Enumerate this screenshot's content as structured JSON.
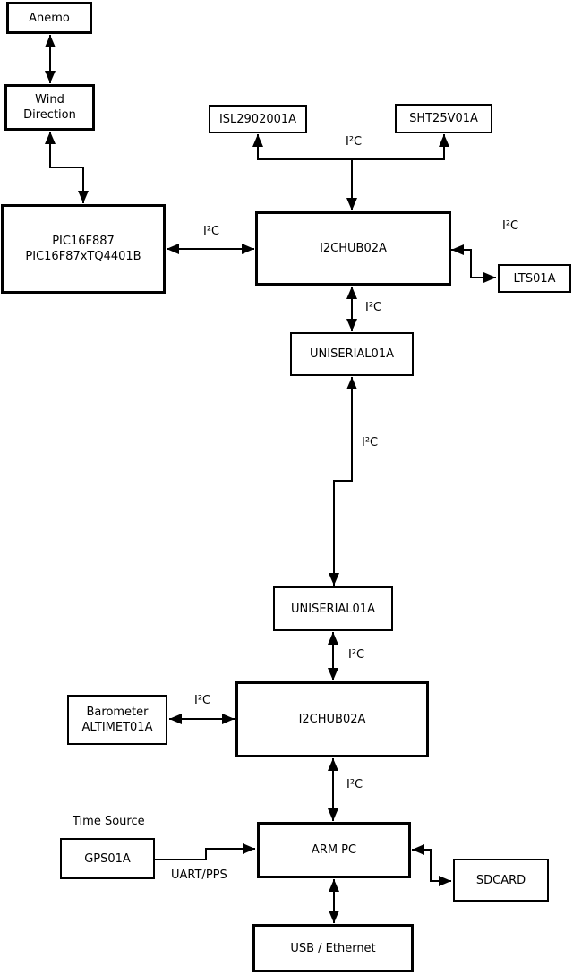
{
  "diagram": {
    "background_color": "#ffffff",
    "line_color": "#000000",
    "box_fill": "#ffffff",
    "nodes": {
      "anemo": {
        "label": "Anemo"
      },
      "wind_direction": {
        "line1": "Wind",
        "line2": "Direction"
      },
      "pic_controller": {
        "line1": "PIC16F887",
        "line2": "PIC16F87xTQ4401B"
      },
      "isl_sensor": {
        "label": "ISL2902001A"
      },
      "sht_sensor": {
        "label": "SHT25V01A"
      },
      "i2c_hub_top": {
        "label": "I2CHUB02A"
      },
      "lts_sensor": {
        "label": "LTS01A"
      },
      "uniserial_top": {
        "label": "UNISERIAL01A"
      },
      "uniserial_bottom": {
        "label": "UNISERIAL01A"
      },
      "barometer": {
        "line1": "Barometer",
        "line2": "ALTIMET01A"
      },
      "i2c_hub_bottom": {
        "label": "I2CHUB02A"
      },
      "arm_pc": {
        "label": "ARM PC"
      },
      "gps": {
        "label": "GPS01A"
      },
      "sdcard": {
        "label": "SDCARD"
      },
      "usb_ethernet": {
        "label": "USB / Ethernet"
      }
    },
    "edge_labels": {
      "i2c_sensor_branch": "I²C",
      "i2c_pic_hub": "I²C",
      "i2c_hub_lts": "I²C",
      "i2c_hub_uniserial": "I²C",
      "i2c_uniserial_link": "I²C",
      "i2c_uniserial_hub2": "I²C",
      "i2c_barometer_hub2": "I²C",
      "i2c_hub2_armpc": "I²C",
      "time_source": "Time Source",
      "uart_pps": "UART/PPS"
    }
  }
}
